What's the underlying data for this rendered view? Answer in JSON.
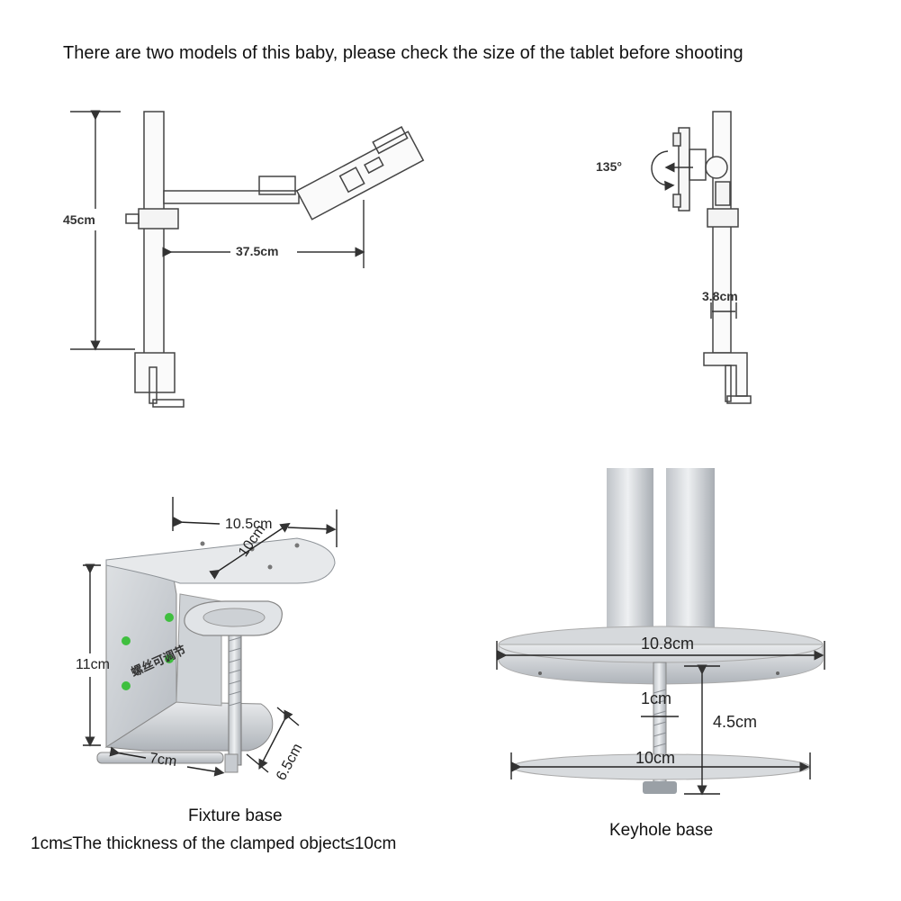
{
  "header": {
    "text": "There are two models of this baby, please check the size of the tablet before shooting"
  },
  "diagram_front": {
    "height_label": "45cm",
    "arm_label": "37.5cm"
  },
  "diagram_side": {
    "angle_label": "135°",
    "pole_label": "3.8cm"
  },
  "fixture_base": {
    "width_label": "10.5cm",
    "depth_label": "10cm",
    "height_label": "11cm",
    "screw_label": "螺丝可调节",
    "bottom_label": "7cm",
    "side_label": "6.5cm",
    "caption": "Fixture base",
    "note": "1cm≤The thickness of the clamped object≤10cm"
  },
  "keyhole_base": {
    "top_label": "10.8cm",
    "bolt_label": "1cm",
    "gap_label": "4.5cm",
    "bottom_label": "10cm",
    "caption": "Keyhole base"
  }
}
